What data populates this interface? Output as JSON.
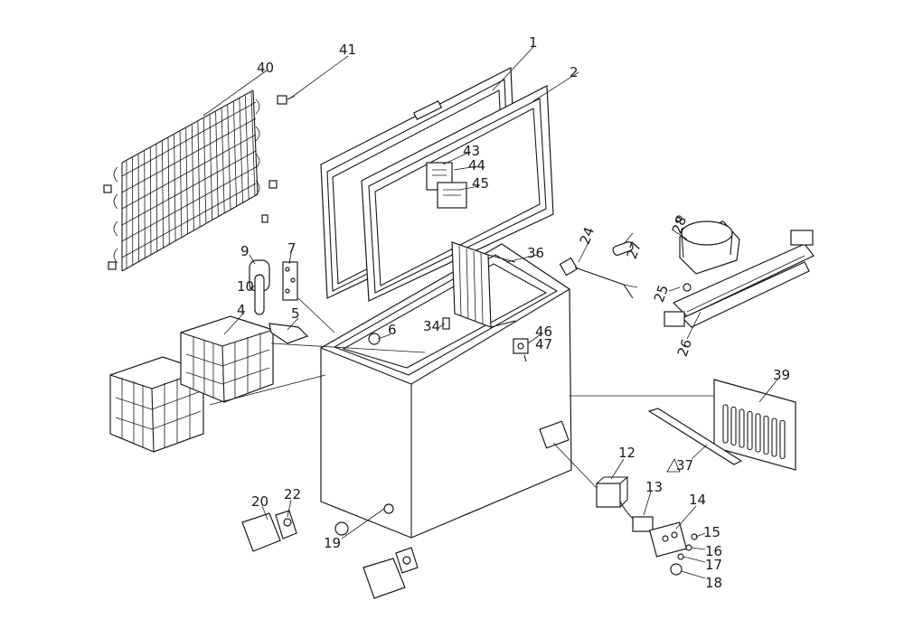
{
  "diagram": {
    "labels": {
      "l1": "1",
      "l2": "2",
      "l4": "4",
      "l5": "5",
      "l6": "6",
      "l7": "7",
      "l9": "9",
      "l10": "10",
      "l12": "12",
      "l13": "13",
      "l14": "14",
      "l15": "15",
      "l16": "16",
      "l17": "17",
      "l18": "18",
      "l19": "19",
      "l20": "20",
      "l22": "22",
      "l24": "24",
      "l25": "25",
      "l26": "26",
      "l27": "27",
      "l28": "28",
      "l34": "34",
      "l36": "36",
      "l37": "37",
      "l39": "39",
      "l40": "40",
      "l41": "41",
      "l43": "43",
      "l44": "44",
      "l45": "45",
      "l46": "46",
      "l47": "47"
    }
  }
}
